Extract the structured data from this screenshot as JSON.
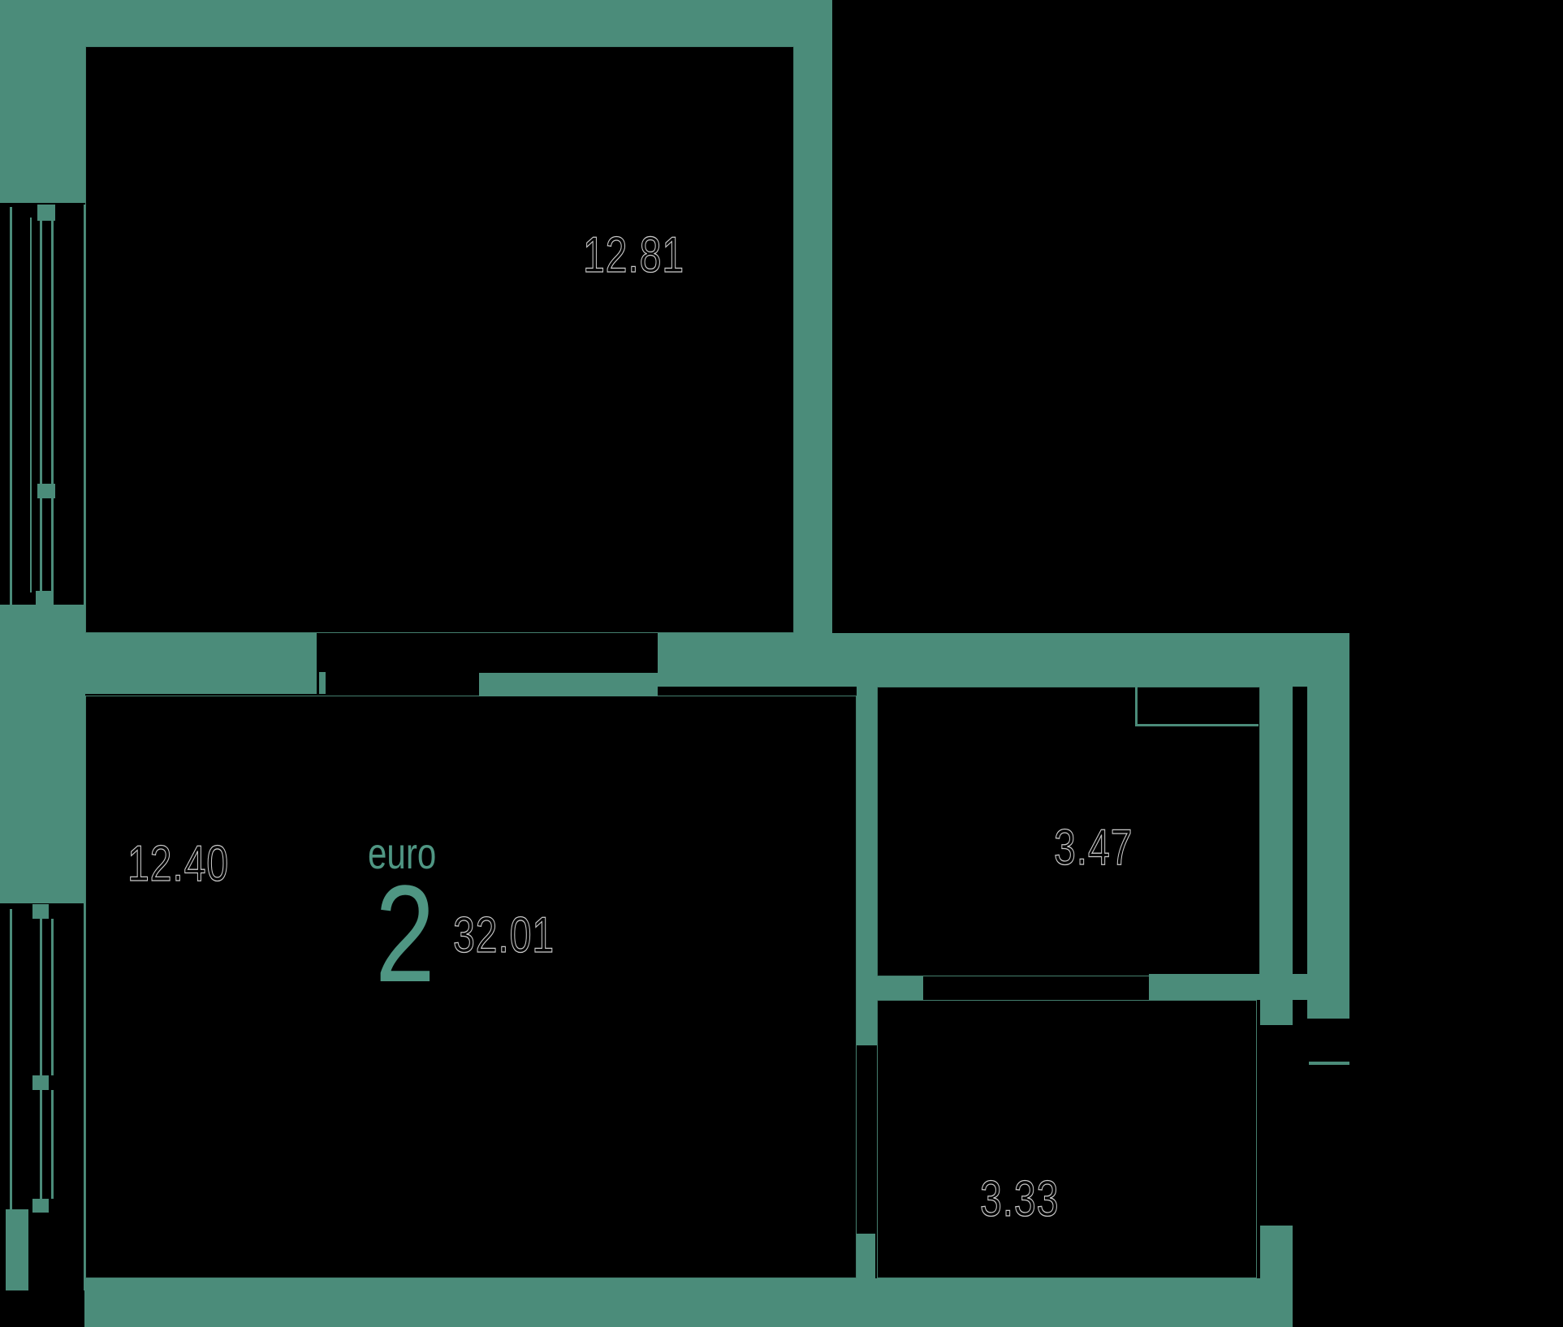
{
  "plan": {
    "unit": {
      "type_label": "euro",
      "rooms_count": "2",
      "total_area": "32.01"
    },
    "rooms": [
      {
        "id": "room-top",
        "area": "12.81"
      },
      {
        "id": "room-left",
        "area": "12.40"
      },
      {
        "id": "room-right-upper",
        "area": "3.47"
      },
      {
        "id": "room-right-lower",
        "area": "3.33"
      }
    ],
    "colors": {
      "wall": "#4B8C7A",
      "accent": "#4F9683",
      "outline": "#C9C9C9",
      "face": "#447E6D",
      "bg": "#000000"
    }
  }
}
